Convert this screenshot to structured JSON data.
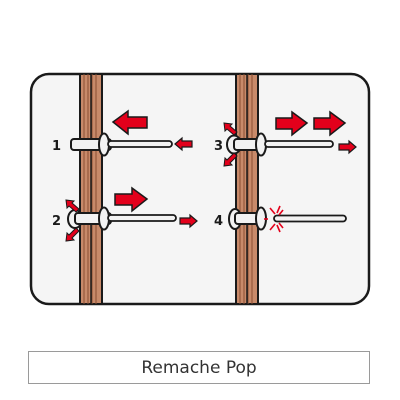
{
  "caption": "Remache Pop",
  "steps": [
    {
      "label": "1"
    },
    {
      "label": "2"
    },
    {
      "label": "3"
    },
    {
      "label": "4"
    }
  ],
  "colors": {
    "panel_fill": "#f5f5f5",
    "panel_border": "#1a1a1a",
    "wall_fill": "#c88a6a",
    "arrow_red": "#e3001b",
    "rivet_fill": "#f2f2f2",
    "caption_border": "#9a9a9a"
  },
  "icons": {
    "push_arrow": "red-arrow-icon",
    "flare_arrow": "red-small-arrow-icon",
    "snap_burst": "break-burst-icon"
  }
}
